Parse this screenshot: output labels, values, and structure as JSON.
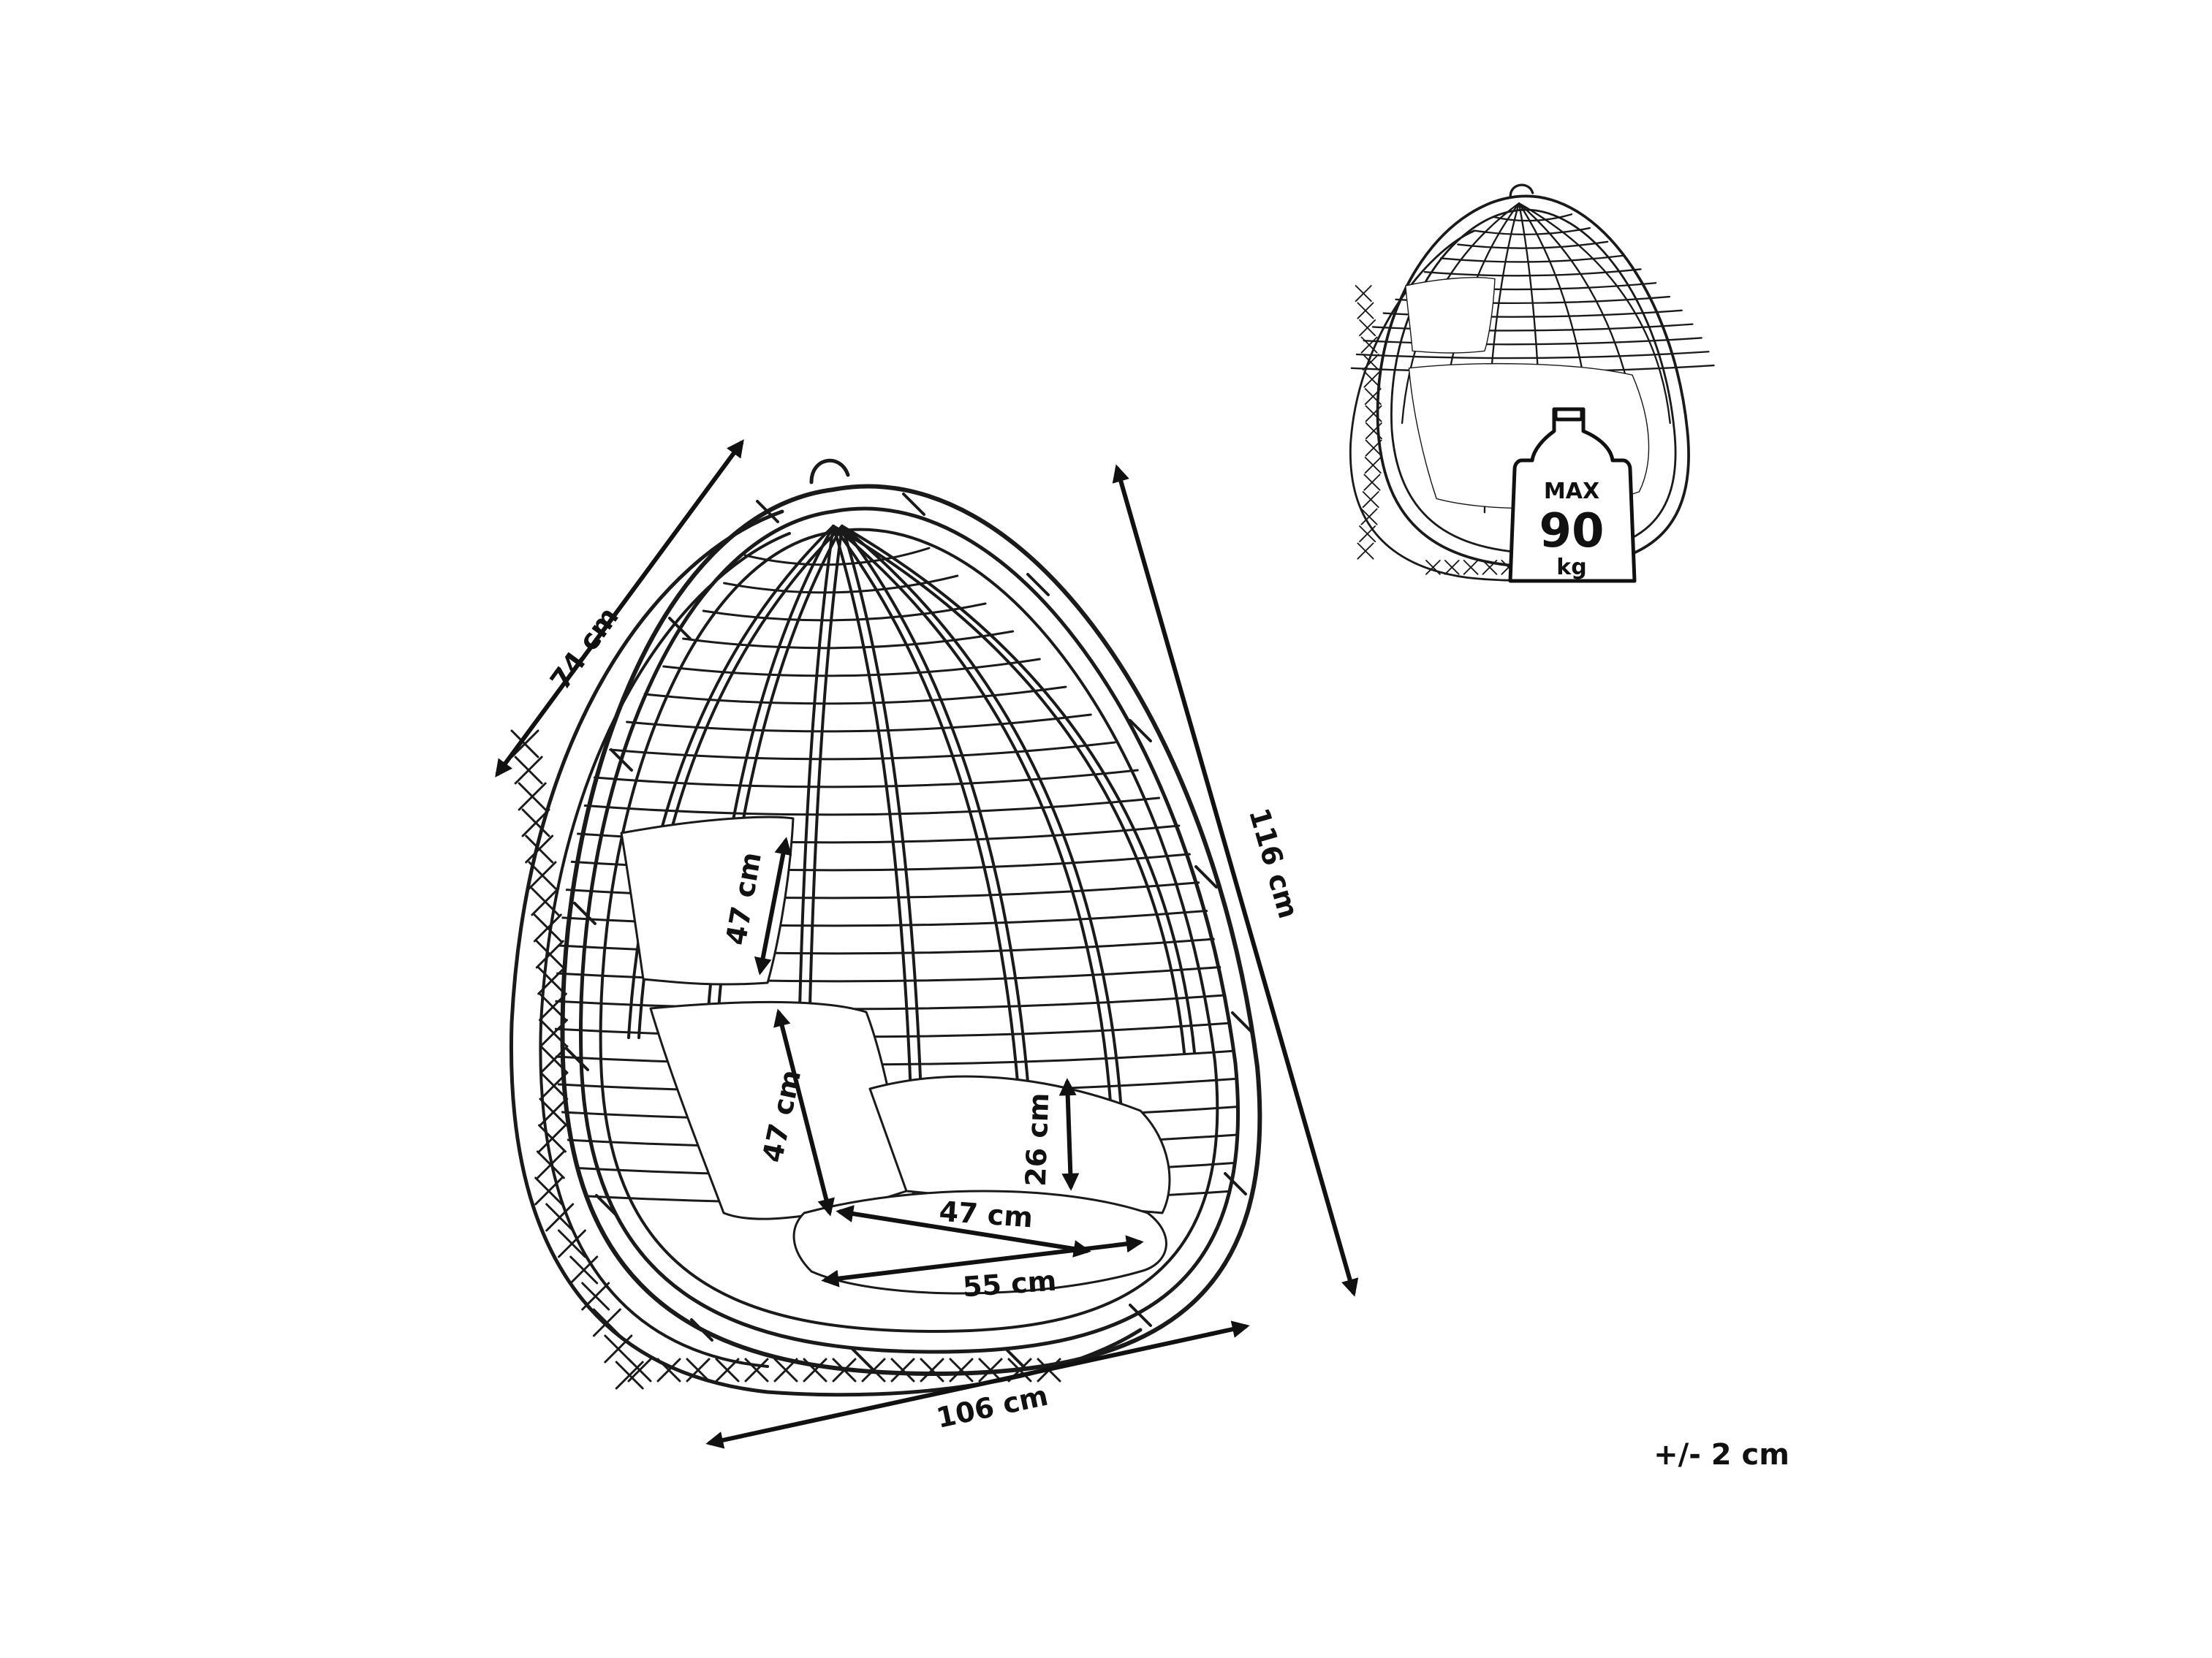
{
  "dimensions": {
    "depth": "74 cm",
    "height": "116 cm",
    "width": "106 cm",
    "back_cushion_height": "47 cm",
    "seat_cushion_height": "47 cm",
    "seat_cushion_thickness": "26 cm",
    "seat_width": "47 cm",
    "seat_depth": "55 cm"
  },
  "weight_badge": {
    "label": "MAX",
    "value": "90",
    "unit": "kg"
  },
  "tolerance": "+/- 2 cm",
  "colors": {
    "line": "#1a1a1a",
    "background": "#ffffff"
  }
}
